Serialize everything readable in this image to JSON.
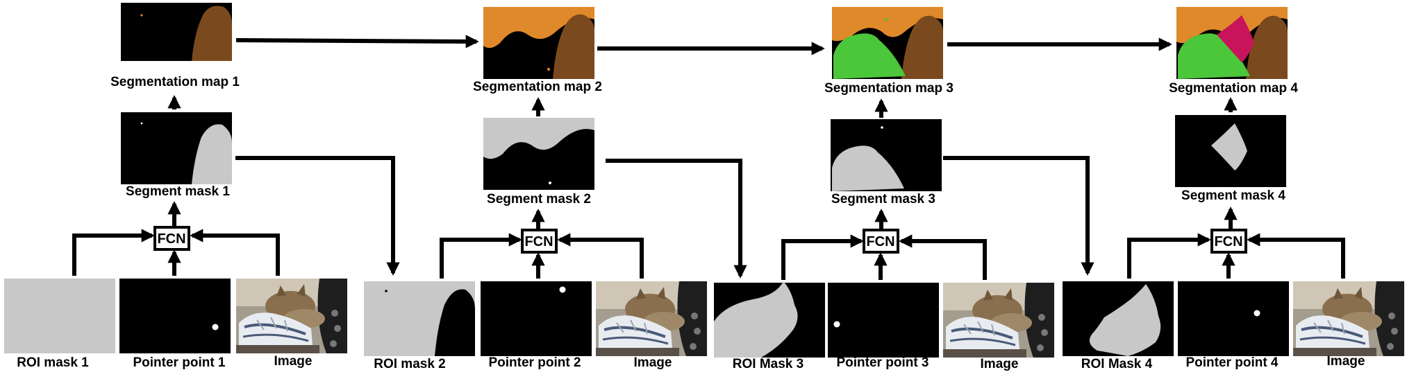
{
  "colors": {
    "background": "#ffffff",
    "black": "#000000",
    "mask_gray": "#c8c8c8",
    "seg_brown": "#7a4a1e",
    "seg_orange": "#e0892a",
    "seg_green": "#4cc63a",
    "seg_magenta": "#c8145a",
    "arrow": "#000000"
  },
  "stages": [
    {
      "seg_map_label": "Segmentation map 1",
      "segment_mask_label": "Segment mask 1",
      "fcn_label": "FCN",
      "roi_label": "ROI mask 1",
      "pointer_label": "Pointer point 1",
      "image_label": "Image"
    },
    {
      "seg_map_label": "Segmentation map 2",
      "segment_mask_label": "Segment mask 2",
      "fcn_label": "FCN",
      "roi_label": "ROI mask 2",
      "pointer_label": "Pointer point 2",
      "image_label": "Image"
    },
    {
      "seg_map_label": "Segmentation map 3",
      "segment_mask_label": "Segment mask 3",
      "fcn_label": "FCN",
      "roi_label": "ROI Mask 3",
      "pointer_label": "Pointer point 3",
      "image_label": "Image"
    },
    {
      "seg_map_label": "Segmentation map 4",
      "segment_mask_label": "Segment mask 4",
      "fcn_label": "FCN",
      "roi_label": "ROI Mask 4",
      "pointer_label": "Pointer point 4",
      "image_label": "Image"
    }
  ]
}
